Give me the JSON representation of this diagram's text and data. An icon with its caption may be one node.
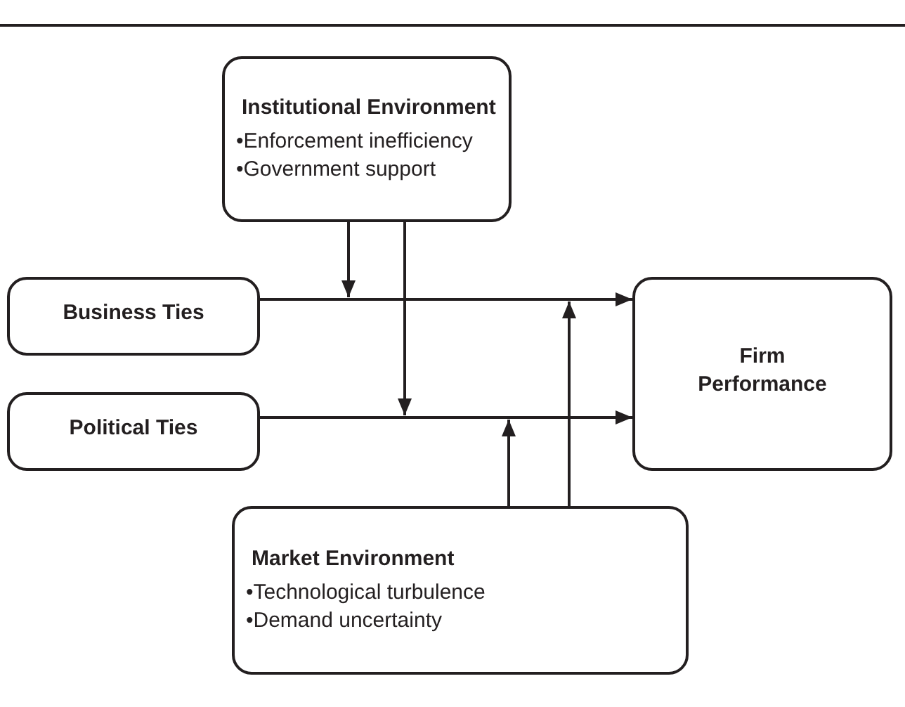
{
  "diagram": {
    "nodes": [
      {
        "text": [
          "Institutional Environment",
          "•Enforcement inefficiency",
          "•Government support"
        ]
      },
      {
        "text": [
          "Business Ties"
        ]
      },
      {
        "text": [
          "Political Ties"
        ]
      },
      {
        "text": [
          "Firm Performance"
        ]
      },
      {
        "text": [
          "Market Environment",
          "•Technological turbulence",
          "•Demand uncertainty"
        ]
      }
    ],
    "edges": [
      {
        "from": 1,
        "to": 3,
        "arrow": "to"
      },
      {
        "from": 2,
        "to": 3,
        "arrow": "to"
      },
      {
        "from": 0,
        "to": null,
        "arrow": "to"
      },
      {
        "from": 0,
        "to": null,
        "arrow": "to"
      },
      {
        "from": 4,
        "to": null,
        "arrow": "to"
      },
      {
        "from": 4,
        "to": null,
        "arrow": "to"
      }
    ]
  }
}
